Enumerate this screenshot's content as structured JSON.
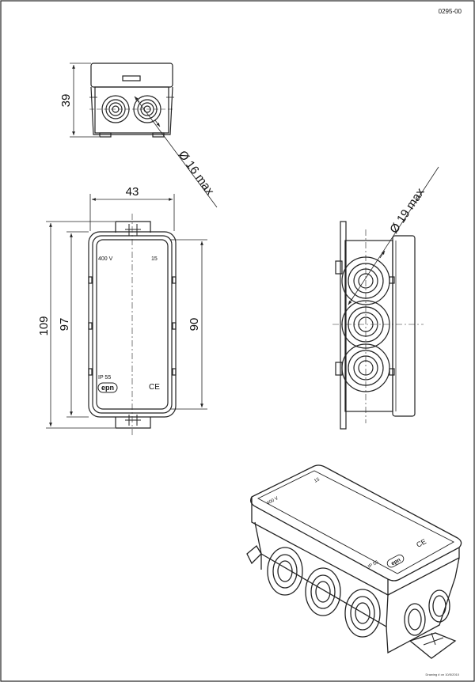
{
  "sheet": {
    "drawing_number": "0295-00",
    "footer_note": "Drawing # on 10/5/2010"
  },
  "dimensions": {
    "height_top": "39",
    "diameter_small": "Ø 16 max",
    "width": "43",
    "length_total": "109",
    "length_body": "97",
    "length_inner": "90",
    "diameter_large": "Ø 19 max"
  },
  "markings": {
    "voltage": "400 V",
    "ip_rating": "IP 55",
    "ce": "CE",
    "brand": "epn",
    "temp": "15"
  },
  "colors": {
    "line": "#222222",
    "background": "#ffffff"
  }
}
